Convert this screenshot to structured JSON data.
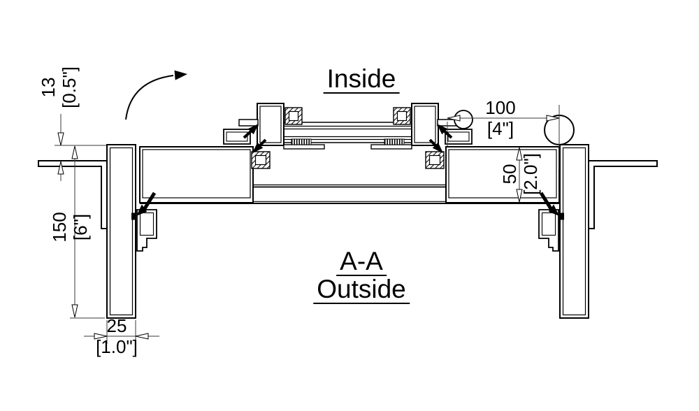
{
  "drawing": {
    "section_label": "A-A",
    "side_labels": {
      "inside": "Inside",
      "outside": "Outside"
    },
    "dimensions": {
      "d13": {
        "mm": "13",
        "inch": "[0.5\"]"
      },
      "d150": {
        "mm": "150",
        "inch": "[6\"]"
      },
      "d25": {
        "mm": "25",
        "inch": "[1.0\"]"
      },
      "d100": {
        "mm": "100",
        "inch": "[4\"]"
      },
      "d50": {
        "mm": "50",
        "inch": "[2.0\"]"
      }
    },
    "colors": {
      "line": "#000000",
      "dim_line": "#3a3a3a",
      "background": "#ffffff"
    }
  }
}
